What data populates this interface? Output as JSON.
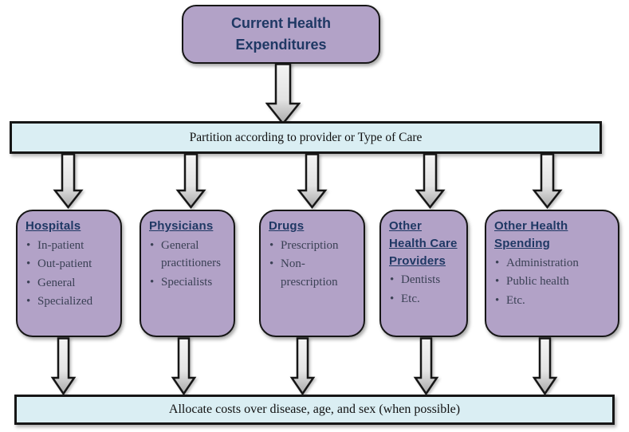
{
  "diagram": {
    "root": {
      "title": "Current Health Expenditures"
    },
    "partition_bar": {
      "label": "Partition according to provider or Type of Care"
    },
    "categories": [
      {
        "heading": "Hospitals",
        "items": [
          "In-patient",
          "Out-patient",
          "General",
          "Specialized"
        ]
      },
      {
        "heading": "Physicians",
        "items": [
          "General practitioners",
          "Specialists"
        ]
      },
      {
        "heading": "Drugs",
        "items": [
          "Prescription",
          "Non-prescription"
        ]
      },
      {
        "heading": "Other Health Care Providers",
        "items": [
          "Dentists",
          "Etc."
        ]
      },
      {
        "heading": "Other Health Spending",
        "items": [
          "Administration",
          "Public health",
          "Etc."
        ]
      }
    ],
    "allocation_bar": {
      "label": "Allocate costs over disease, age, and sex (when possible)"
    }
  },
  "icons": {
    "down_arrow": "block-arrow-down"
  },
  "colors": {
    "box_fill": "#b2a2c7",
    "bar_fill": "#daeef3",
    "border": "#161616",
    "heading_text": "#1f3864",
    "body_text": "#3b4155",
    "arrow_light": "#f4f4f4",
    "arrow_mid": "#e3e3e3",
    "arrow_dark": "#a8a8a8"
  }
}
